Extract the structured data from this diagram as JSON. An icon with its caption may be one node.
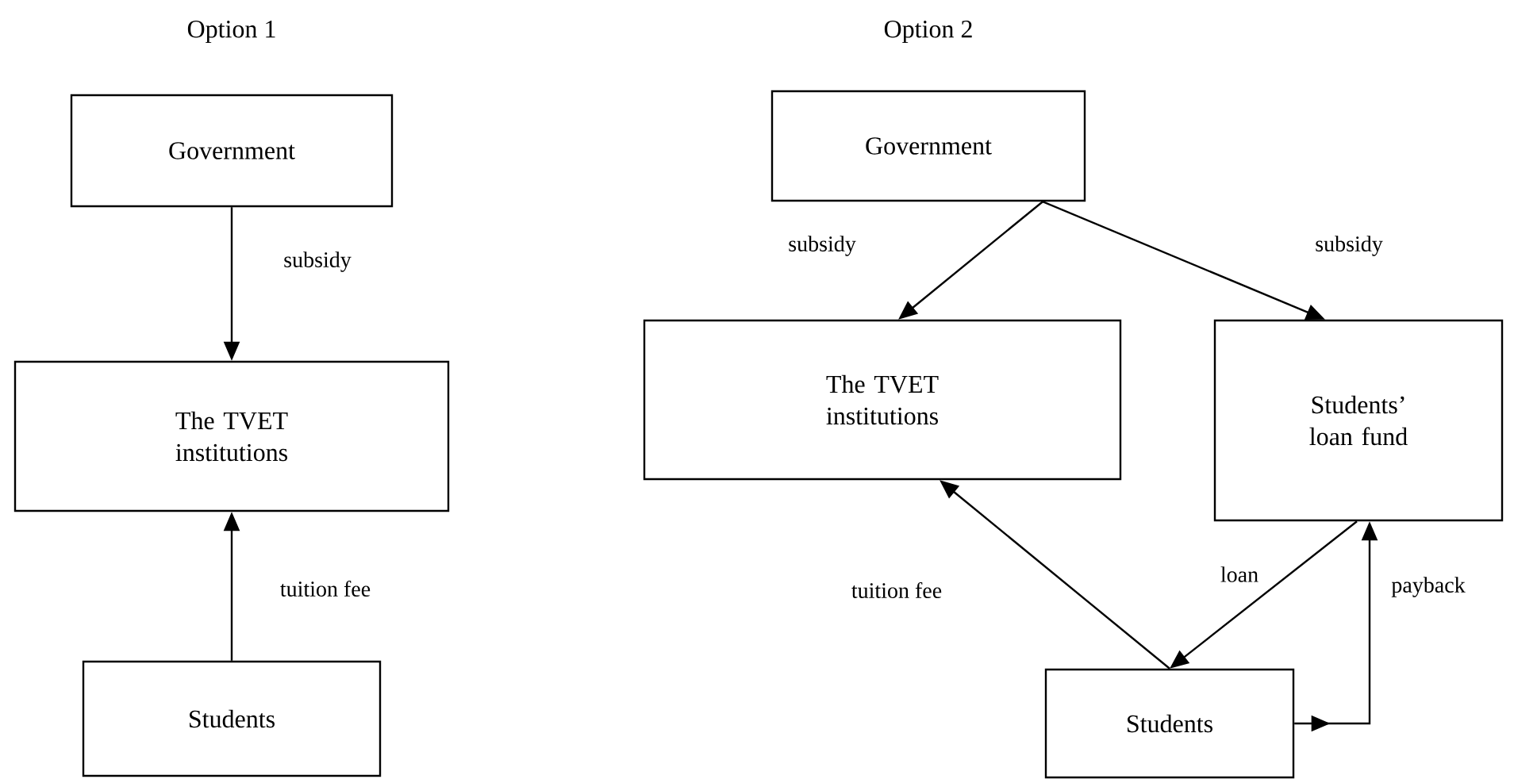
{
  "diagram": {
    "nodes": [
      {
        "text": [
          "Government"
        ]
      },
      {
        "text": [
          "The TVET institutions"
        ]
      },
      {
        "text": [
          "Students"
        ]
      },
      {
        "text": [
          "Government"
        ]
      },
      {
        "text": [
          "The TVET institutions"
        ]
      },
      {
        "text": [
          "Students’ loan fund"
        ]
      },
      {
        "text": [
          "Students"
        ]
      }
    ],
    "edges": [
      {
        "from": 0,
        "to": 1,
        "arrow": "to",
        "label": "subsidy"
      },
      {
        "from": 2,
        "to": 1,
        "arrow": "to",
        "label": "tuition fee"
      },
      {
        "from": 3,
        "to": 4,
        "arrow": "to",
        "label": "subsidy"
      },
      {
        "from": 3,
        "to": 5,
        "arrow": "to",
        "label": "subsidy"
      },
      {
        "from": 6,
        "to": 4,
        "arrow": "to",
        "label": "tuition fee"
      },
      {
        "from": 5,
        "to": 6,
        "arrow": "to",
        "label": "loan"
      },
      {
        "from": 6,
        "to": 5,
        "arrow": "to",
        "label": "payback"
      }
    ],
    "labels": [
      "Option 1",
      "Option 2"
    ]
  }
}
